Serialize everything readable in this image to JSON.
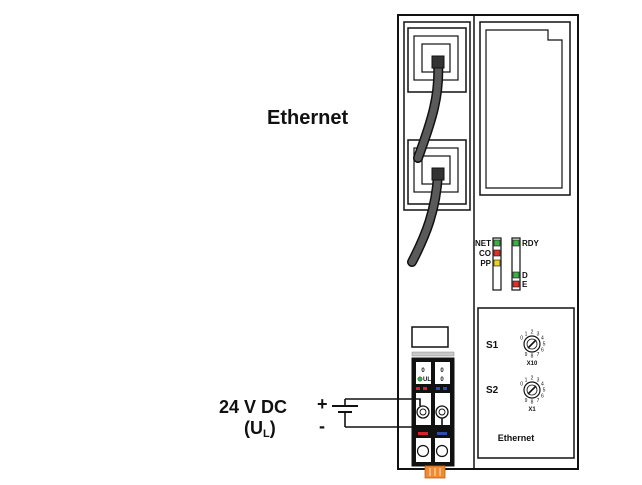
{
  "labels": {
    "ethernet": "Ethernet",
    "voltage": "24 V DC",
    "plus": "+",
    "minus": "-",
    "ul_open": "(U",
    "ul_sub": "L",
    "ul_close": ")"
  },
  "leds": {
    "left": [
      "NET",
      "CO",
      "PP"
    ],
    "right_top": "RDY",
    "right_d": "D",
    "right_e": "E"
  },
  "switches": {
    "s1": {
      "label": "S1",
      "scale": "X10"
    },
    "s2": {
      "label": "S2",
      "scale": "X1"
    },
    "dial_digits": [
      "0",
      "1",
      "2",
      "3",
      "4",
      "5",
      "6",
      "7",
      "8",
      "9"
    ],
    "panel_label": "Ethernet"
  },
  "terminal": {
    "row1": [
      "0",
      "0"
    ],
    "row1_ul": "UL",
    "row2": [
      "0",
      "0"
    ]
  },
  "colors": {
    "led_green": "#3cb043",
    "led_red": "#e0302a",
    "led_yellow": "#f0d020",
    "terminal_red": "#d8232a",
    "terminal_blue": "#2a4fb0",
    "terminal_orange": "#f08a30",
    "outline": "#111111",
    "cable": "#333333"
  }
}
